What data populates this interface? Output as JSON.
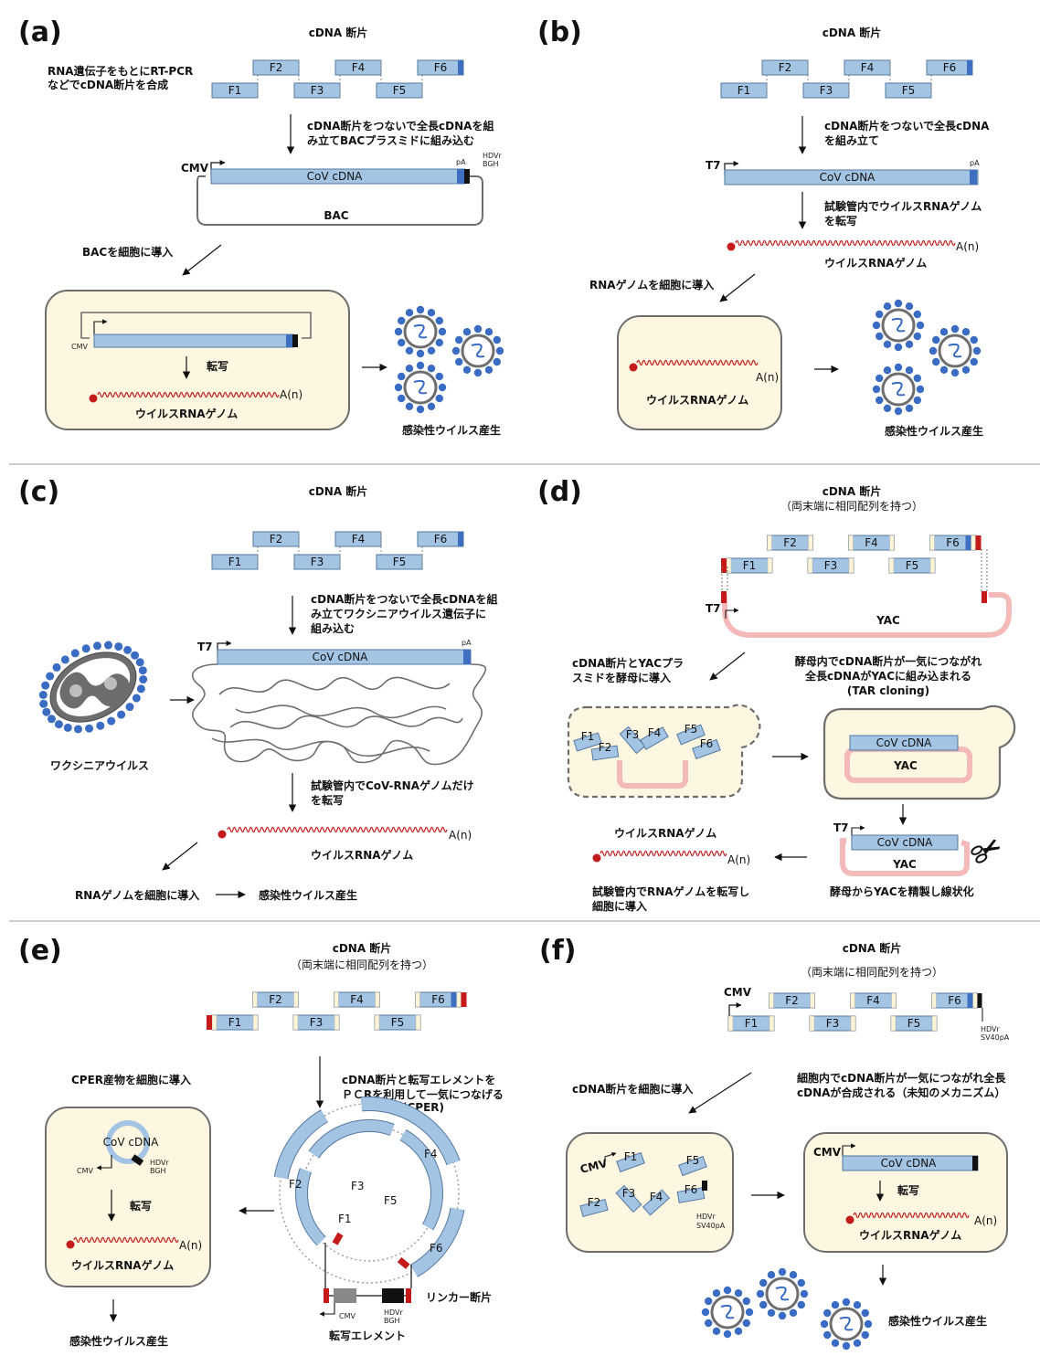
{
  "panels": {
    "a": {
      "label": "(a)",
      "title": "cDNA 断片",
      "frag_note": [
        "RNA遺伝子をもとにRT-PCR",
        "などでcDNA断片を合成"
      ],
      "step1": [
        "cDNA断片をつないで全長cDNAを組",
        "み立てBACプラスミドに組み込む"
      ],
      "promoter": "CMV",
      "construct": "CoV cDNA",
      "pA": "pA",
      "hdv": [
        "HDVr",
        "BGH"
      ],
      "vector": "BAC",
      "step2": "BACを細胞に導入",
      "cell_promoter": "CMV",
      "transcribe": "転写",
      "polyA": "A(n)",
      "rna_label": "ウイルスRNAゲノム",
      "result": "感染性ウイルス産生"
    },
    "b": {
      "label": "(b)",
      "title": "cDNA 断片",
      "step1": [
        "cDNA断片をつないで全長cDNA",
        "を組み立て"
      ],
      "promoter": "T7",
      "construct": "CoV cDNA",
      "pA": "pA",
      "step2": [
        "試験管内でウイルスRNAゲノム",
        "を転写"
      ],
      "polyA": "A(n)",
      "rna_label": "ウイルスRNAゲノム",
      "step3": "RNAゲノムを細胞に導入",
      "cell_polyA": "A(n)",
      "cell_rna_label": "ウイルスRNAゲノム",
      "result": "感染性ウイルス産生"
    },
    "c": {
      "label": "(c)",
      "title": "cDNA 断片",
      "step1": [
        "cDNA断片をつないで全長cDNAを組",
        "み立てワクシニアウイルス遺伝子に",
        "組み込む"
      ],
      "promoter": "T7",
      "construct": "CoV cDNA",
      "pA": "pA",
      "virus": "ワクシニアウイルス",
      "step2": [
        "試験管内でCoV-RNAゲノムだけ",
        "を転写"
      ],
      "polyA": "A(n)",
      "rna_label": "ウイルスRNAゲノム",
      "step3": "RNAゲノムを細胞に導入",
      "result": "感染性ウイルス産生"
    },
    "d": {
      "label": "(d)",
      "title": "cDNA 断片",
      "subtitle": "（両末端に相同配列を持つ）",
      "promoter": "T7",
      "vector": "YAC",
      "step1": [
        "cDNA断片とYACプラ",
        "スミドを酵母に導入"
      ],
      "step2": [
        "酵母内でcDNA断片が一気につながれ",
        "全長cDNAがYACに組み込まれる",
        "(TAR cloning)"
      ],
      "construct": "CoV cDNA",
      "yeast_vector": "YAC",
      "step3": "酵母からYACを精製し線状化",
      "lin_promoter": "T7",
      "lin_construct": "CoV cDNA",
      "lin_vector": "YAC",
      "rna_label": "ウイルスRNAゲノム",
      "polyA": "A(n)",
      "step4": [
        "試験管内でRNAゲノムを転写し",
        "細胞に導入"
      ]
    },
    "e": {
      "label": "(e)",
      "title": "cDNA 断片",
      "subtitle": "（両末端に相同配列を持つ）",
      "step1": [
        "cDNA断片と転写エレメントを",
        "ＰＣRを利用して一気につなげる",
        "(CPER)"
      ],
      "step2": "CPER産物を細胞に導入",
      "cell_construct": "CoV cDNA",
      "cell_promoter": "CMV",
      "hdv": [
        "HDVr",
        "BGH"
      ],
      "transcribe": "転写",
      "polyA": "A(n)",
      "rna_label": "ウイルスRNAゲノム",
      "result": "感染性ウイルス産生",
      "linker": "リンカー断片",
      "element_promoter": "CMV",
      "element_hdv": [
        "HDVr",
        "BGH"
      ],
      "element": "転写エレメント"
    },
    "f": {
      "label": "(f)",
      "title": "cDNA 断片",
      "subtitle": "（両末端に相同配列を持つ）",
      "promoter": "CMV",
      "hdv": [
        "HDVr",
        "SV40pA"
      ],
      "step1": "cDNA断片を細胞に導入",
      "step2": [
        "細胞内でcDNA断片が一気につながれ全長",
        "cDNAが合成される（未知のメカニズム）"
      ],
      "cell_promoter": "CMV",
      "cell_hdv": [
        "HDVr",
        "SV40pA"
      ],
      "cell2_promoter": "CMV",
      "construct": "CoV cDNA",
      "transcribe": "転写",
      "polyA": "A(n)",
      "rna_label": "ウイルスRNAゲノム",
      "result": "感染性ウイルス産生"
    }
  },
  "fragments": [
    "F1",
    "F2",
    "F3",
    "F4",
    "F5",
    "F6"
  ],
  "colors": {
    "fragment_fill": "#a4c4e4",
    "fragment_stroke": "#5578a0",
    "pA_blue": "#3f6fc0",
    "homology": "#fdf3d6",
    "red_end": "#c41a1a",
    "cell_fill": "#fdf7e1",
    "cell_stroke": "#6e6e6e",
    "yac_pink": "#f4b9b9",
    "rna_red": "#c41a1a"
  }
}
